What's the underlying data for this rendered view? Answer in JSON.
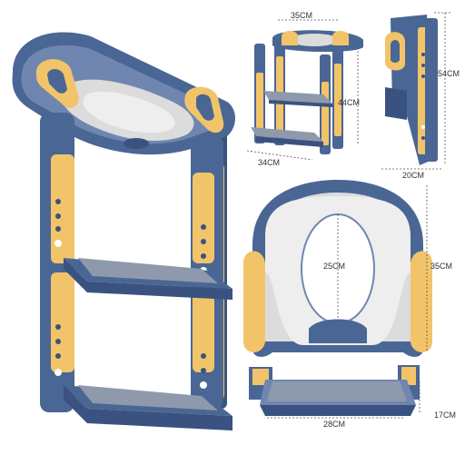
{
  "colors": {
    "blue": "#4a6694",
    "blue_dark": "#3a5280",
    "blue_light": "#6f87b0",
    "yellow": "#f2c46a",
    "yellow_dark": "#d9a84a",
    "gray_tread": "#8e99ab",
    "cushion": "#dcdcdc",
    "cushion_inner": "#eeeeee",
    "dim_line": "#555555",
    "background": "#ffffff"
  },
  "dimensions": {
    "top_width": "35CM",
    "ladder_height": "44CM",
    "base_width": "34CM",
    "total_height": "54CM",
    "side_depth": "20CM",
    "seat_opening": "25CM",
    "seat_length": "35CM",
    "step_height": "17CM",
    "step_width": "28CM"
  }
}
